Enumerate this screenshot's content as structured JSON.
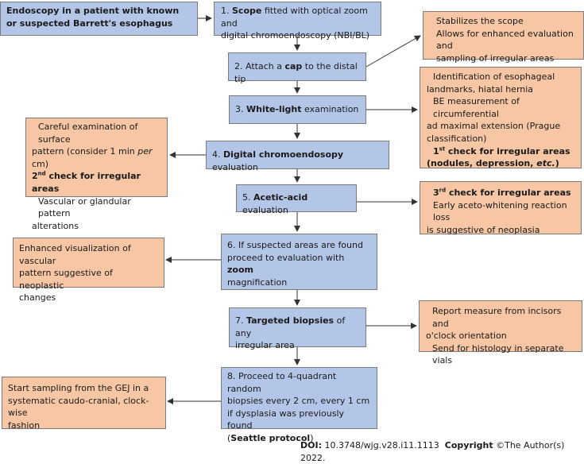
{
  "start": {
    "line1": "Endoscopy in a patient with known",
    "line2": "or suspected Barrett's esophagus"
  },
  "steps": [
    {
      "n": "1.",
      "bold": "Scope",
      "rest1": " fitted with optical zoom and",
      "rest2": "digital chromoendoscopy (NBI/BL)"
    },
    {
      "pre": "2. Attach a ",
      "bold": "cap",
      "post": " to the distal tip"
    },
    {
      "pre": "3. ",
      "bold": "White-light",
      "post": " examination"
    },
    {
      "pre": "4. ",
      "bold": "Digital chromoendosopy",
      "post": " evaluation"
    },
    {
      "pre": "5. ",
      "bold": "Acetic-acid",
      "post": " evaluation"
    },
    {
      "line1": "6. If suspected areas are found",
      "line2pre": "proceed to evaluation with ",
      "line2bold": "zoom",
      "line3": "magnification"
    },
    {
      "pre": "7. ",
      "bold": "Targeted biopsies",
      "post": " of any",
      "line2": "irregular area"
    },
    {
      "line1": "8. Proceed to 4-quadrant random",
      "line2": "biopsies every 2 cm, every 1 cm",
      "line3": "if dysplasia was previously found",
      "line4open": "(",
      "line4bold": "Seattle protocol",
      "line4close": ")"
    }
  ],
  "notes": {
    "cap": {
      "l1": "Stabilizes the scope",
      "l2": "Allows for enhanced evaluation and",
      "l3": "sampling of irregular areas"
    },
    "white": {
      "l1": "Identification of esophageal",
      "l2": "landmarks, hiatal hernia",
      "l3": "BE measurement of circumferential",
      "l4": "ad maximal extension (Prague",
      "l5": "classification)",
      "c_num": "1",
      "c_sup": "st",
      "c_text": " check for irregular areas",
      "c2_pre": "(nodules, depression, ",
      "c2_em": "etc.",
      "c2_post": ")"
    },
    "chromo": {
      "l1": "Careful examination of surface",
      "l2pre": "pattern (consider 1 min ",
      "l2em": "per",
      "l2post": " cm)",
      "c_num": "2",
      "c_sup": "nd",
      "c_text": " check for irregular areas",
      "l4": "Vascular or glandular pattern",
      "l5": "alterations"
    },
    "acetic": {
      "c_num": "3",
      "c_sup": "rd",
      "c_text": " check for irregular areas",
      "l2": "Early aceto-whitening reaction loss",
      "l3": "is suggestive of neoplasia"
    },
    "zoom": {
      "l1": "Enhanced visualization of vascular",
      "l2": "pattern suggestive of neoplastic",
      "l3": "changes"
    },
    "biopsy": {
      "l1": "Report measure from incisors and",
      "l2": "o'clock orientation",
      "l3": "Send for histology in separate vials"
    },
    "seattle": {
      "l1": "Start sampling from the GEJ in a",
      "l2": "systematic caudo-cranial, clock-wise",
      "l3": "fashion"
    }
  },
  "footer": {
    "doi_label": "DOI:",
    "doi_value": " 10.3748/wjg.v28.i11.1113",
    "copyright_label": "Copyright",
    "copyright_value": " ©The Author(s) 2022."
  },
  "colors": {
    "blue_box": "#b4c6e7",
    "orange_box": "#f7c6a4",
    "border": "#7a7a7a",
    "arrow": "#333333"
  }
}
